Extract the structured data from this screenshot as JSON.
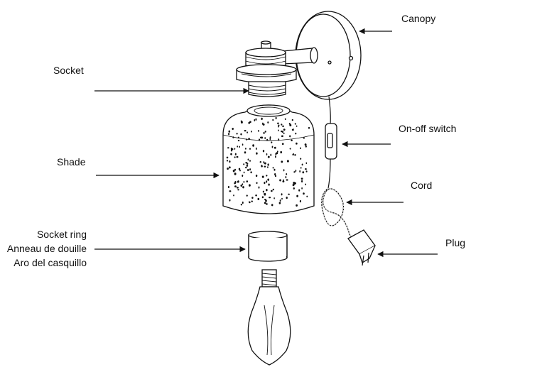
{
  "labels": {
    "canopy": "Canopy",
    "socket": "Socket",
    "on_off_switch": "On-off switch",
    "shade": "Shade",
    "cord": "Cord",
    "socket_ring_en": "Socket ring",
    "socket_ring_fr": "Anneau de douille",
    "socket_ring_es": "Aro del casquillo",
    "plug": "Plug"
  },
  "colors": {
    "line": "#111111",
    "background": "#ffffff"
  },
  "icons": [
    "arrow-icon"
  ]
}
